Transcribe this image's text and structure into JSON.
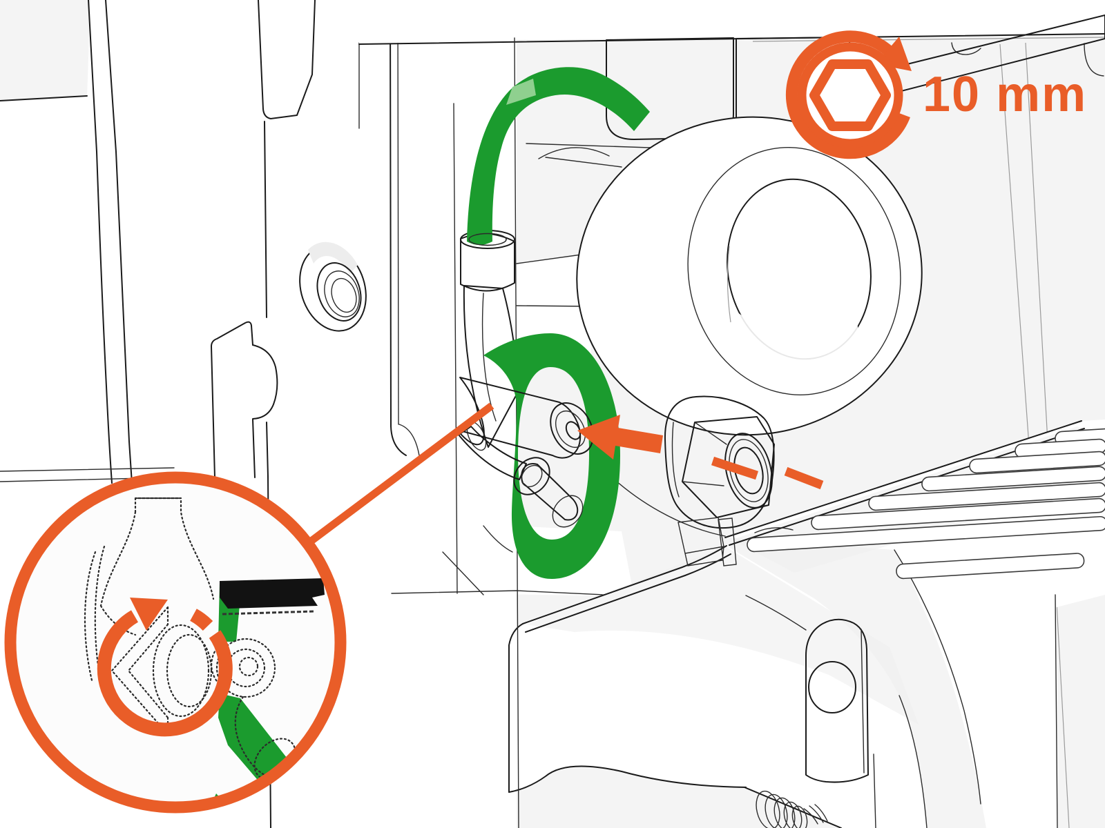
{
  "callout": {
    "size_label": "10 mm",
    "tool_icon": "hex-socket-icon",
    "rotation_icon": "clockwise-rotation-arrow-icon"
  },
  "annotations": {
    "insertion_arrow": "arrow-pointing-left-at-terminal-stud",
    "axis_line": "dashed-axis-through-flange-nut",
    "leader_line": "leader-from-stud-to-detail-inset",
    "detail_inset": "magnified-view-of-nut-tightening-on-ground-terminal",
    "inset_rotation": "clockwise-tightening-arrow"
  },
  "parts_highlight": {
    "cable": "green-ground-cable",
    "fastener": "10mm-flange-nut",
    "target": "ground-terminal-stud"
  },
  "colors": {
    "accent_orange": "#E95D28",
    "cable_green": "#1B9B2E",
    "cable_green_highlight": "#8FD08F",
    "background": "#F4F4F4",
    "line": "#1A1A1A"
  }
}
